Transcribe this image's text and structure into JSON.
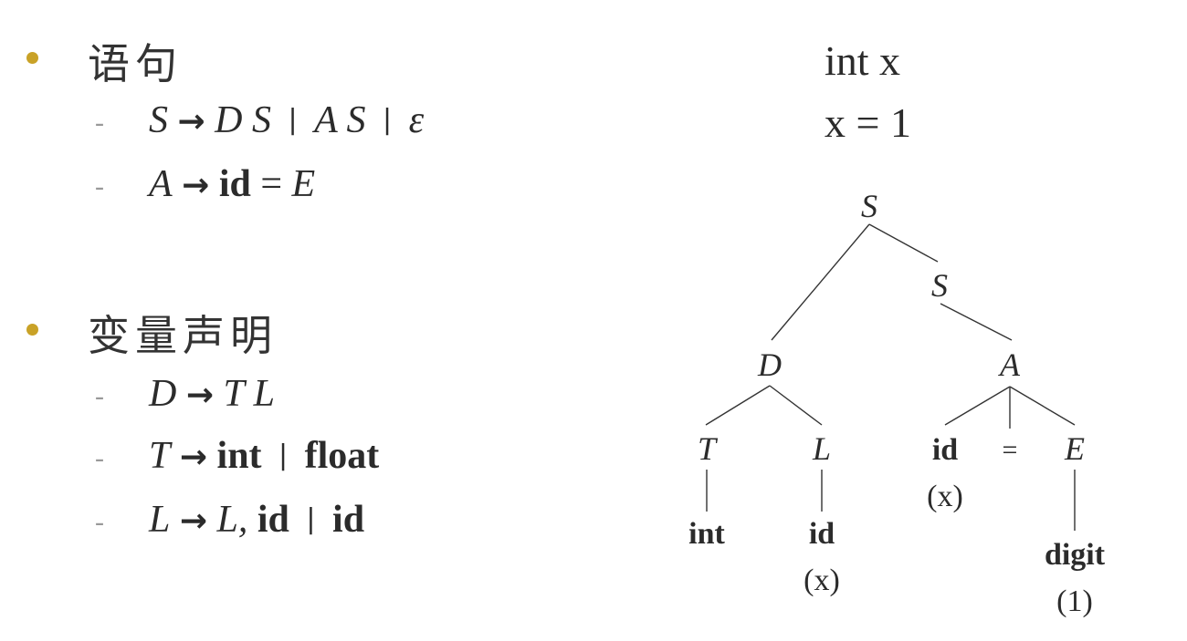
{
  "sections": [
    {
      "heading": "语句",
      "rules": [
        {
          "lhs": "S",
          "rhs_parts": [
            "D S",
            "A S",
            "ε"
          ]
        },
        {
          "lhs": "A",
          "rhs_id": "id",
          "rhs_eq": "=",
          "rhs_E": "E"
        }
      ]
    },
    {
      "heading": "变量声明",
      "rules": [
        {
          "lhs": "D",
          "rhs": "T L"
        },
        {
          "lhs": "T",
          "rhs_a": "int",
          "rhs_b": "float"
        },
        {
          "lhs": "L",
          "rhs_a": "L,",
          "rhs_b": "id",
          "rhs_c": "id"
        }
      ]
    }
  ],
  "arrow": "→",
  "bar": "|",
  "dash": "-",
  "code_lines": [
    "int x",
    "x = 1"
  ],
  "tree": {
    "root": "S",
    "s2": "S",
    "d": "D",
    "a": "A",
    "t": "T",
    "l": "L",
    "id_a": "id",
    "id_a_val": "(x)",
    "eq": "=",
    "e": "E",
    "int": "int",
    "id_l": "id",
    "id_l_val": "(x)",
    "digit": "digit",
    "digit_val": "(1)"
  }
}
